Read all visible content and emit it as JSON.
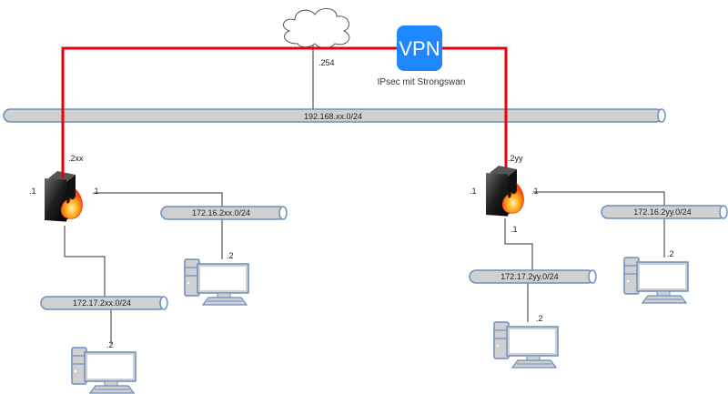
{
  "diagram": {
    "colors": {
      "tunnel": "#e8000b",
      "pipe_fill": "#d0d0d0",
      "pipe_stroke": "#6c8ebf",
      "vpn_bg": "#1f87ff",
      "link": "#333333"
    },
    "internet": {
      "icon": "cloud-icon",
      "address": ".254"
    },
    "vpn": {
      "label": "VPN",
      "caption": "IPsec mit Strongswan",
      "icon": "vpn-icon"
    },
    "wan": {
      "network": "192.168.xx.0/24"
    },
    "site_a": {
      "firewall_icon": "firewall-icon",
      "wan_address": ".2xx",
      "left_address": ".1",
      "right_address": ".1",
      "lan1": {
        "network": "172.16.2xx.0/24",
        "host_address": ".2",
        "host_icon": "pc-icon"
      },
      "lan2": {
        "network": "172.17.2xx.0/24",
        "host_address": ".2",
        "host_icon": "pc-icon"
      }
    },
    "site_b": {
      "firewall_icon": "firewall-icon",
      "wan_address": ".2yy",
      "left_address": ".1",
      "right_address": ".1",
      "bottom_address": ".1",
      "lan1": {
        "network": "172.16.2yy.0/24",
        "host_address": ".2",
        "host_icon": "pc-icon"
      },
      "lan2": {
        "network": "172.17.2yy.0/24",
        "host_address": ".2",
        "host_icon": "pc-icon"
      }
    }
  }
}
